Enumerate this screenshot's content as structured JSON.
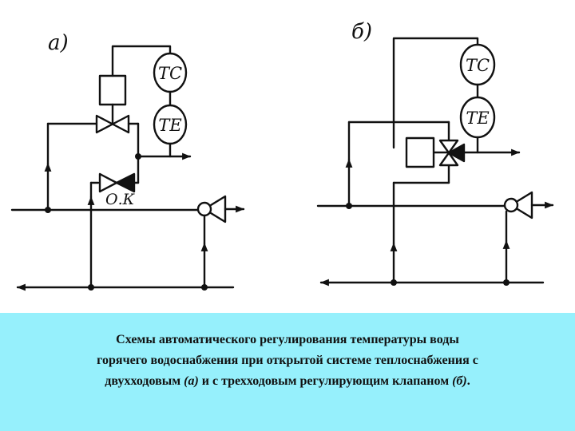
{
  "diagram": {
    "panel_a": {
      "label": "а)",
      "controller": "ТС",
      "sensor": "ТЕ",
      "check_valve": "О.К"
    },
    "panel_b": {
      "label": "б)",
      "controller": "ТС",
      "sensor": "ТЕ"
    }
  },
  "caption": {
    "line1": "Схемы автоматического регулирования температуры воды",
    "line2": "горячего водоснабжения при открытой системе теплоснабжения с",
    "line3_a": "двухходовым ",
    "line3_b": "(а)",
    "line3_c": " и с трехходовым регулирующим клапаном ",
    "line3_d": "(б)",
    "line3_e": "."
  },
  "colors": {
    "caption_background": "#96f0fc",
    "lines": "#111111"
  }
}
